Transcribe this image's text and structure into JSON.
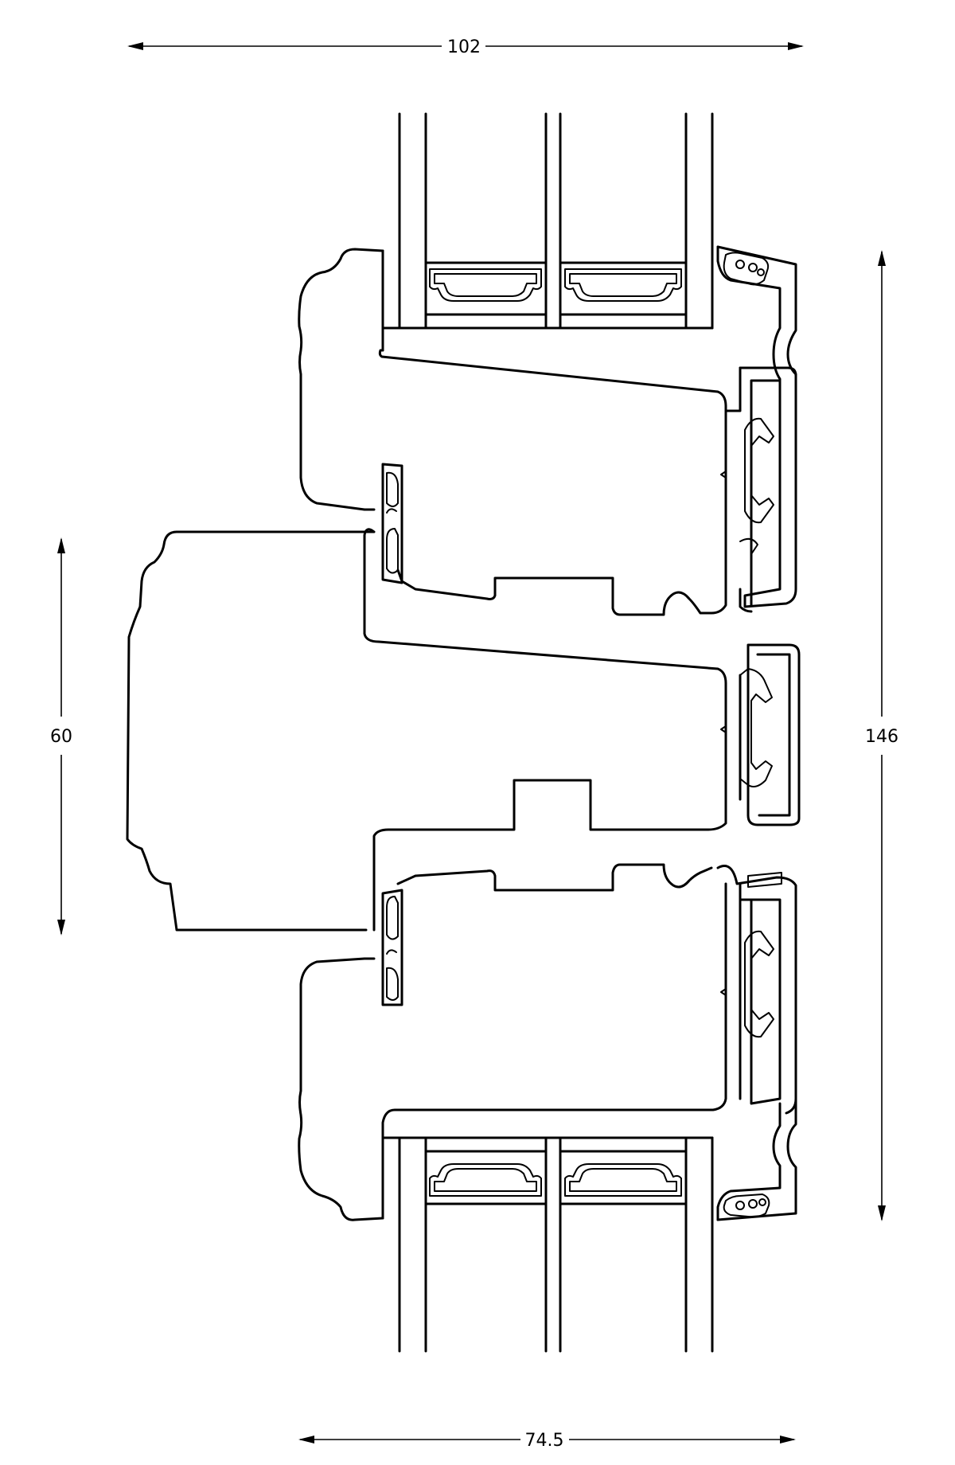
{
  "dimensions": {
    "top_width": "102",
    "bottom_width": "74.5",
    "left_height": "60",
    "right_height": "146"
  }
}
